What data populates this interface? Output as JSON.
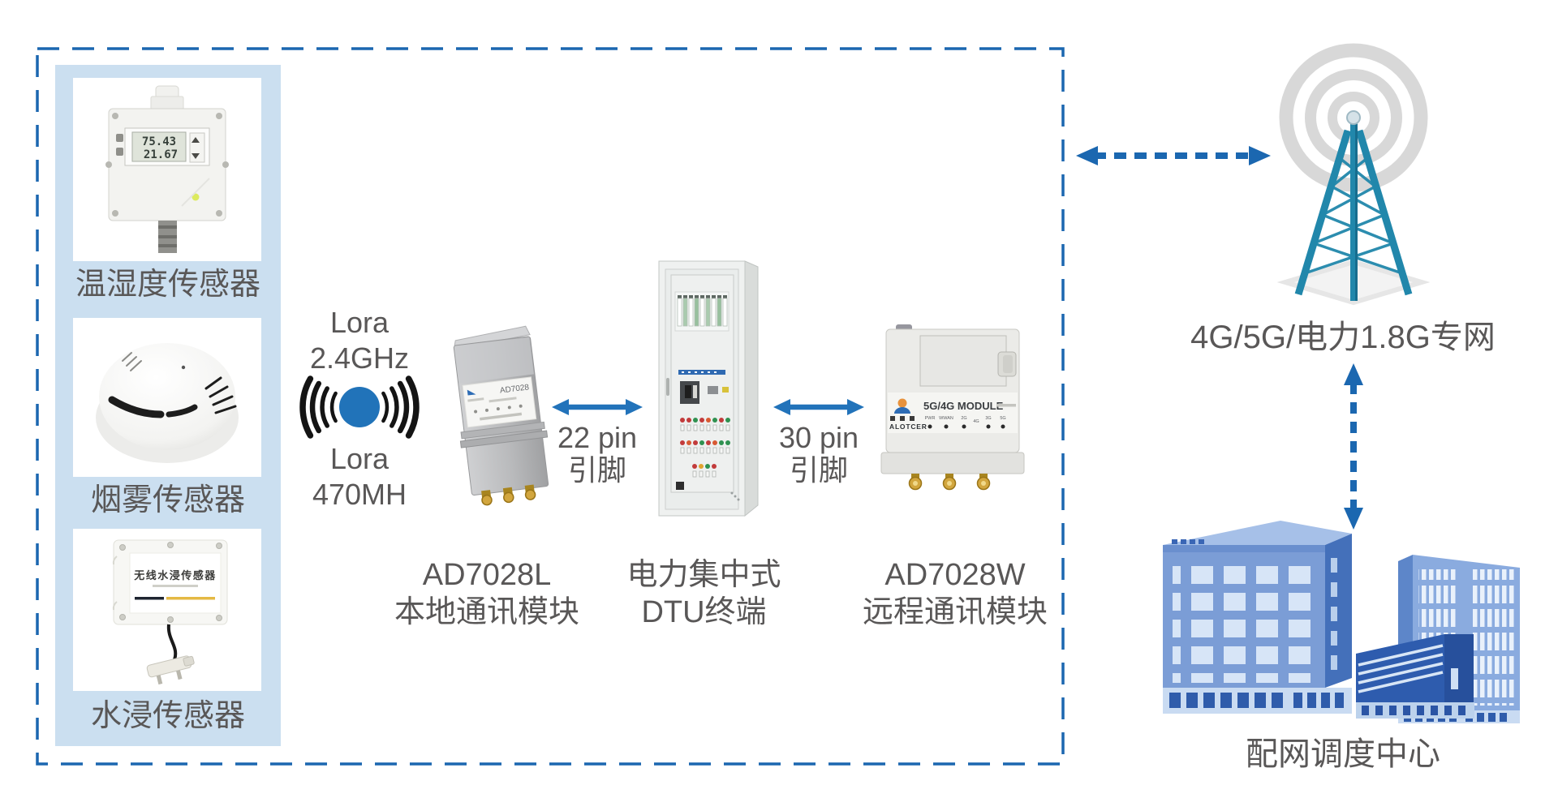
{
  "diagram": {
    "sensors": {
      "items": [
        {
          "label": "温湿度传感器"
        },
        {
          "label": "烟雾传感器"
        },
        {
          "label": "水浸传感器"
        }
      ],
      "temp_lcd_line1": "75.43",
      "temp_lcd_line2": "21.67",
      "water_device_text": "无线水浸传感器"
    },
    "lora": {
      "top_line1": "Lora",
      "top_line2": "2.4GHz",
      "bottom_line1": "Lora",
      "bottom_line2": "470MH"
    },
    "local_module": {
      "title": "AD7028L",
      "subtitle": "本地通讯模块",
      "device_text": "AD7028"
    },
    "dtu": {
      "title": "电力集中式",
      "subtitle": "DTU终端"
    },
    "remote_module": {
      "title": "AD7028W",
      "subtitle": "远程通讯模块",
      "device_title": "5G/4G MODULE",
      "device_brand": "ALOTCER",
      "led_labels": [
        "PWR",
        "WWAN",
        "2G",
        "4G",
        "3G",
        "5G"
      ]
    },
    "link1": {
      "line1": "22 pin",
      "line2": "引脚"
    },
    "link2": {
      "line1": "30 pin",
      "line2": "引脚"
    },
    "network_label": "4G/5G/电力1.8G专网",
    "dispatch_label": "配网调度中心"
  },
  "colors": {
    "accent": "#1b67b0",
    "arrow_blue": "#2273ba",
    "panel_blue": "#cbdff0",
    "text_gray": "#595757",
    "tower_teal": "#2187ab",
    "signal_gray": "#d8d8d8",
    "building_main": "#7b9dd6",
    "building_dark": "#2e5cae",
    "building_window": "#d7e5f7",
    "gold_connector": "#d2a63e"
  }
}
